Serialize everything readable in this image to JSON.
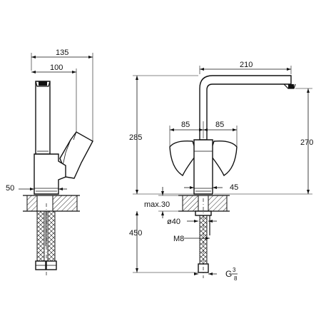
{
  "side_view": {
    "width_overall": "135",
    "spout_reach": "100",
    "base_diameter": "50"
  },
  "front_view": {
    "spout_projection": "210",
    "lever_left": "85",
    "lever_right": "85",
    "height_total": "285",
    "spout_height": "270",
    "base_width": "45",
    "deck_thickness": "max.30",
    "hole_diameter": "ø40",
    "stud_thread": "M8",
    "hose_length": "450",
    "connection": "G",
    "connection_fraction_num": "3",
    "connection_fraction_den": "8"
  }
}
